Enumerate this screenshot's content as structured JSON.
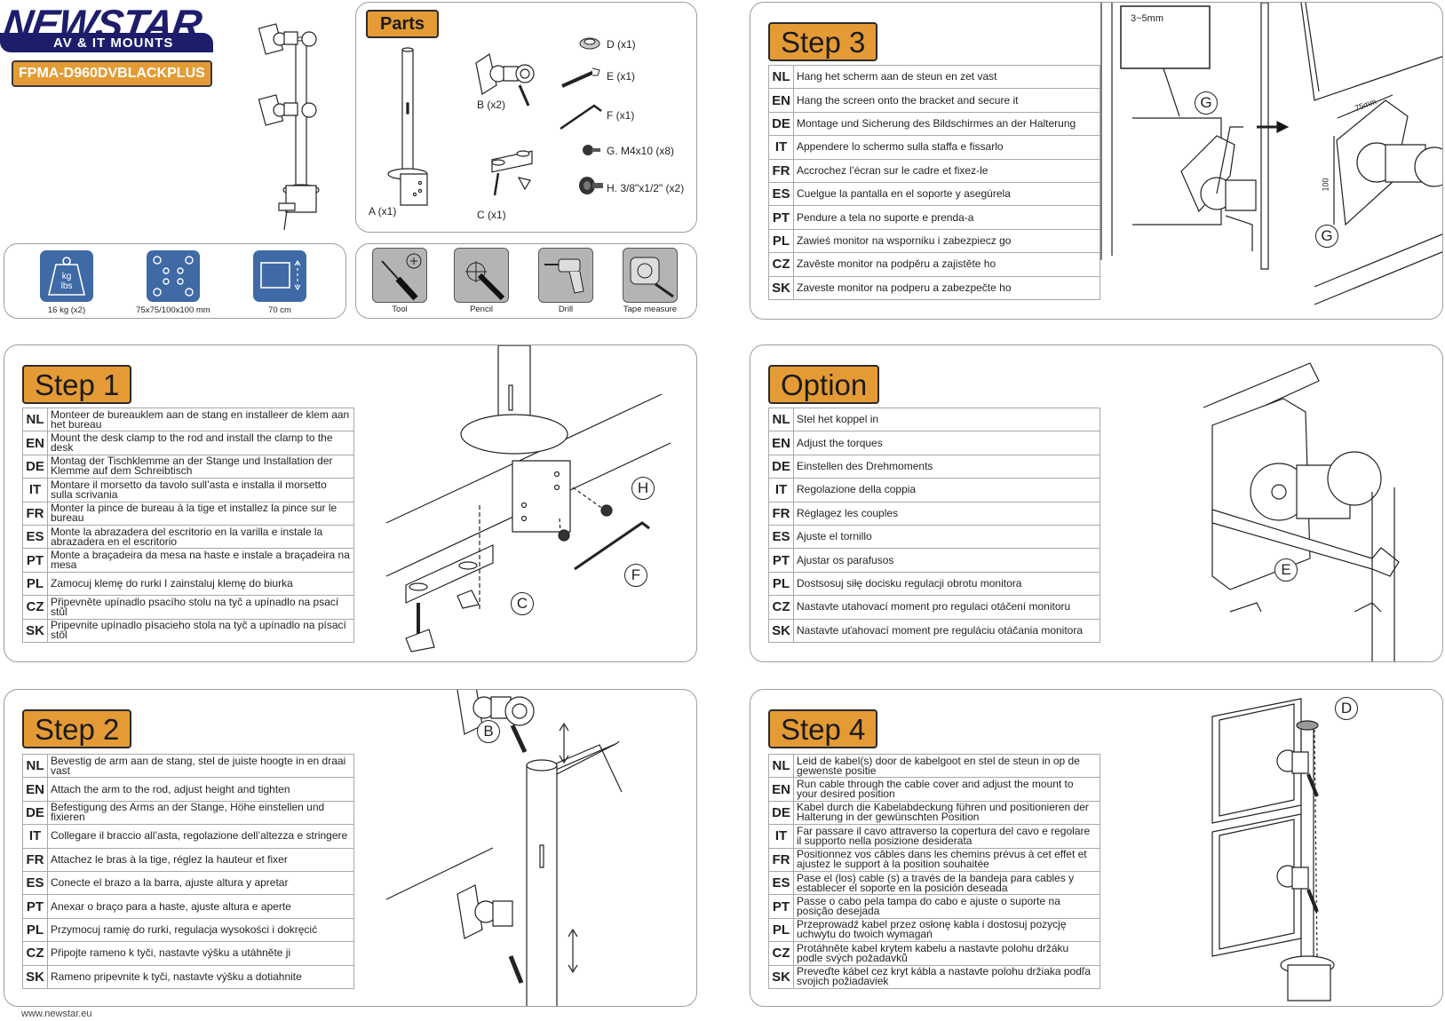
{
  "brand": {
    "name_main": "NEWSTAR",
    "name_sub": "AV & IT MOUNTS",
    "model": "FPMA-D960DVBLACKPLUS"
  },
  "footer": {
    "url": "www.newstar.eu"
  },
  "specs": [
    {
      "icon": "weight-icon",
      "label": "16 kg (x2)"
    },
    {
      "icon": "vesa-pattern-icon",
      "label": "75x75/100x100 mm"
    },
    {
      "icon": "screen-size-icon",
      "label": "70 cm"
    }
  ],
  "tools": [
    {
      "icon": "screwdriver-icon",
      "label": "Tool"
    },
    {
      "icon": "pencil-icon",
      "label": "Pencil"
    },
    {
      "icon": "drill-icon",
      "label": "Drill"
    },
    {
      "icon": "tape-measure-icon",
      "label": "Tape measure"
    }
  ],
  "parts": {
    "title": "Parts",
    "items": [
      {
        "label": "A (x1)"
      },
      {
        "label": "B (x2)"
      },
      {
        "label": "C (x1)"
      },
      {
        "label": "D (x1)"
      },
      {
        "label": "E (x1)"
      },
      {
        "label": "F (x1)"
      },
      {
        "label": "G. M4x10 (x8)"
      },
      {
        "label": "H. 3/8\"x1/2\" (x2)"
      }
    ]
  },
  "step1": {
    "title": "Step 1",
    "callouts": [
      "H",
      "F",
      "C"
    ],
    "rows": [
      {
        "code": "NL",
        "text": "Monteer de bureauklem aan de stang en installeer de klem aan het bureau"
      },
      {
        "code": "EN",
        "text": "Mount the desk clamp to the rod and install the clamp to the desk"
      },
      {
        "code": "DE",
        "text": "Montag der Tischklemme an der Stange und Installation der Klemme auf dem Schreibtisch"
      },
      {
        "code": "IT",
        "text": "Montare il morsetto da tavolo sull’asta e installa il morsetto sulla scrivania"
      },
      {
        "code": "FR",
        "text": "Monter la pince de bureau à la tige et installez la pince sur le bureau"
      },
      {
        "code": "ES",
        "text": "Monte la abrazadera del escritorio en la varilla e instale la abrazadera en el escritorio"
      },
      {
        "code": "PT",
        "text": "Monte a braçadeira da mesa na haste e instale a braçadeira na mesa"
      },
      {
        "code": "PL",
        "text": "Zamocuj klemę do rurki I zainstaluj klemę do biurka"
      },
      {
        "code": "CZ",
        "text": "Připevněte upínadlo psacího stolu na tyč a upínadlo na psací stůl"
      },
      {
        "code": "SK",
        "text": "Pripevnite upínadlo písacieho stola na tyč a upínadlo na písací stôl"
      }
    ]
  },
  "step2": {
    "title": "Step 2",
    "callouts": [
      "B"
    ],
    "rows": [
      {
        "code": "NL",
        "text": "Bevestig de arm aan de stang, stel de juiste hoogte in en draai vast"
      },
      {
        "code": "EN",
        "text": "Attach the arm to the rod, adjust height and tighten"
      },
      {
        "code": "DE",
        "text": "Befestigung des Arms an der Stange, Höhe einstellen und fixieren"
      },
      {
        "code": "IT",
        "text": "Collegare il braccio all’asta, regolazione dell’altezza e stringere"
      },
      {
        "code": "FR",
        "text": "Attachez le bras à la tige, réglez la hauteur et fixer"
      },
      {
        "code": "ES",
        "text": "Conecte el brazo a la barra, ajuste altura y apretar"
      },
      {
        "code": "PT",
        "text": "Anexar o braço para a haste, ajuste altura e aperte"
      },
      {
        "code": "PL",
        "text": "Przymocuj ramię do rurki, regulacja wysokości i dokręcić"
      },
      {
        "code": "CZ",
        "text": "Připojte rameno k tyči, nastavte výšku a utáhněte ji"
      },
      {
        "code": "SK",
        "text": "Rameno pripevnite k tyči, nastavte výšku a dotiahnite"
      }
    ]
  },
  "step3": {
    "title": "Step 3",
    "gap_label": "3~5mm",
    "dim_label": "75mm",
    "dim_label_v": "100",
    "callouts": [
      "G",
      "G"
    ],
    "rows": [
      {
        "code": "NL",
        "text": "Hang het scherm aan de steun en zet vast"
      },
      {
        "code": "EN",
        "text": "Hang the screen onto the bracket and secure it"
      },
      {
        "code": "DE",
        "text": "Montage und Sicherung des Bildschirmes an der Halterung"
      },
      {
        "code": "IT",
        "text": "Appendere lo schermo sulla staffa e fissarlo"
      },
      {
        "code": "FR",
        "text": "Accrochez l’écran sur le cadre et fixez-le"
      },
      {
        "code": "ES",
        "text": "Cuelgue la pantalla en el soporte y asegúrela"
      },
      {
        "code": "PT",
        "text": "Pendure a tela no suporte e prenda-a"
      },
      {
        "code": "PL",
        "text": "Zawieś monitor na wsporniku i zabezpiecz go"
      },
      {
        "code": "CZ",
        "text": "Zavěste monitor na podpěru a zajistěte ho"
      },
      {
        "code": "SK",
        "text": "Zaveste monitor na podperu a zabezpečte ho"
      }
    ]
  },
  "option": {
    "title": "Option",
    "callouts": [
      "E"
    ],
    "rows": [
      {
        "code": "NL",
        "text": "Stel het koppel in"
      },
      {
        "code": "EN",
        "text": "Adjust the torques"
      },
      {
        "code": "DE",
        "text": "Einstellen des Drehmoments"
      },
      {
        "code": "IT",
        "text": "Regolazione della coppia"
      },
      {
        "code": "FR",
        "text": "Réglagez les couples"
      },
      {
        "code": "ES",
        "text": "Ajuste el tornillo"
      },
      {
        "code": "PT",
        "text": "Ajustar os parafusos"
      },
      {
        "code": "PL",
        "text": "Dostsosuj siłę docisku regulacji obrotu monitora"
      },
      {
        "code": "CZ",
        "text": "Nastavte utahovací moment pro regulaci otáčení monitoru"
      },
      {
        "code": "SK",
        "text": "Nastavte uťahovací moment pre reguláciu otáčania monitora"
      }
    ]
  },
  "step4": {
    "title": "Step 4",
    "callouts": [
      "D"
    ],
    "rows": [
      {
        "code": "NL",
        "text": "Leid de kabel(s) door de kabelgoot en stel de steun in op de gewenste positie"
      },
      {
        "code": "EN",
        "text": "Run cable through the cable cover and adjust the mount to your desired position"
      },
      {
        "code": "DE",
        "text": "Kabel durch die Kabelabdeckung führen und positionieren der Halterung in der gewünschten Position"
      },
      {
        "code": "IT",
        "text": "Far passare il cavo attraverso la copertura del cavo e regolare il supporto nella posizione desiderata"
      },
      {
        "code": "FR",
        "text": "Positionnez vos câbles dans les chemins prévus à cet effet et ajustez le support à la position souhaitée"
      },
      {
        "code": "ES",
        "text": "Pase el (los) cable (s) a través de la bandeja para cables y establecer el soporte en la posición deseada"
      },
      {
        "code": "PT",
        "text": "Passe o cabo pela tampa do cabo e ajuste o suporte na posição desejada"
      },
      {
        "code": "PL",
        "text": "Przeprowadź kabel przez osłonę kabla i dostosuj pozycję uchwytu do twoich wymagań"
      },
      {
        "code": "CZ",
        "text": "Protáhněte kabel krytem kabelu a nastavte polohu držáku podle svých požadavků"
      },
      {
        "code": "SK",
        "text": "Preveďte kábel cez kryt kábla a nastavte polohu držiaka podľa svojich požiadaviek"
      }
    ]
  }
}
